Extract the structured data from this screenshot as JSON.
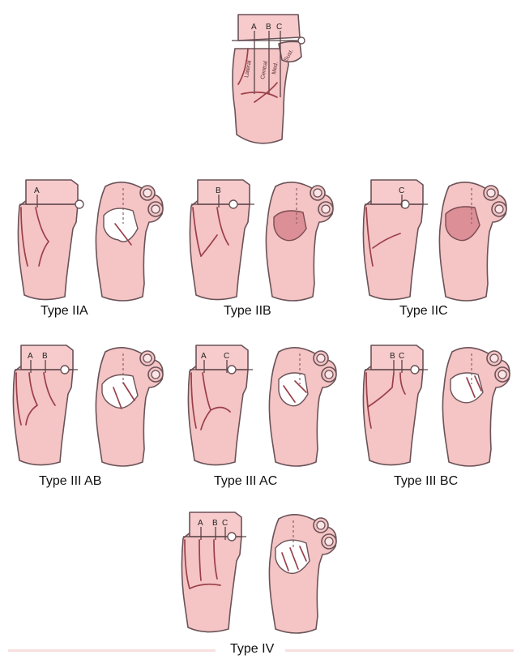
{
  "top": {
    "letters": [
      "A",
      "B",
      "C"
    ],
    "regions": [
      "Lateral",
      "Central",
      "Med.",
      "Sust."
    ]
  },
  "panels": [
    {
      "label": "Type IIA",
      "letters": [
        "A"
      ]
    },
    {
      "label": "Type IIB",
      "letters": [
        "B"
      ]
    },
    {
      "label": "Type IIC",
      "letters": [
        "C"
      ]
    },
    {
      "label": "Type III AB",
      "letters": [
        "A",
        "B"
      ]
    },
    {
      "label": "Type III AC",
      "letters": [
        "A",
        "C"
      ]
    },
    {
      "label": "Type III BC",
      "letters": [
        "B",
        "C"
      ]
    },
    {
      "label": "Type IV",
      "letters": [
        "A",
        "B",
        "C"
      ]
    }
  ],
  "colors": {
    "bone_fill": "#f5c4c5",
    "outline": "#6a5358",
    "fragment_line": "#9b3f49",
    "depression": "#dc8f96"
  }
}
